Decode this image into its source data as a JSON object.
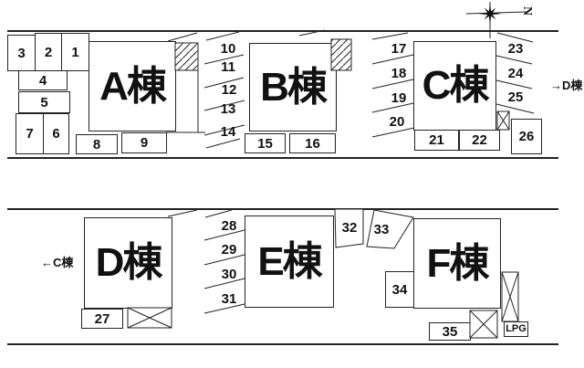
{
  "buildings": {
    "a": {
      "label": "A棟"
    },
    "b": {
      "label": "B棟"
    },
    "c": {
      "label": "C棟"
    },
    "d": {
      "label": "D棟"
    },
    "e": {
      "label": "E棟"
    },
    "f": {
      "label": "F棟"
    }
  },
  "parking": {
    "s1": {
      "label": "1"
    },
    "s2": {
      "label": "2"
    },
    "s3": {
      "label": "3"
    },
    "s4": {
      "label": "4"
    },
    "s5": {
      "label": "5"
    },
    "s6": {
      "label": "6"
    },
    "s7": {
      "label": "7"
    },
    "s8": {
      "label": "8"
    },
    "s9": {
      "label": "9"
    },
    "s10": {
      "label": "10"
    },
    "s11": {
      "label": "11"
    },
    "s12": {
      "label": "12"
    },
    "s13": {
      "label": "13"
    },
    "s14": {
      "label": "14"
    },
    "s15": {
      "label": "15"
    },
    "s16": {
      "label": "16"
    },
    "s17": {
      "label": "17"
    },
    "s18": {
      "label": "18"
    },
    "s19": {
      "label": "19"
    },
    "s20": {
      "label": "20"
    },
    "s21": {
      "label": "21"
    },
    "s22": {
      "label": "22"
    },
    "s23": {
      "label": "23"
    },
    "s24": {
      "label": "24"
    },
    "s25": {
      "label": "25"
    },
    "s26": {
      "label": "26"
    },
    "s27": {
      "label": "27"
    },
    "s28": {
      "label": "28"
    },
    "s29": {
      "label": "29"
    },
    "s30": {
      "label": "30"
    },
    "s31": {
      "label": "31"
    },
    "s32": {
      "label": "32"
    },
    "s33": {
      "label": "33"
    },
    "s34": {
      "label": "34"
    },
    "s35": {
      "label": "35"
    }
  },
  "facilities": {
    "lpg": {
      "label": "LPG"
    }
  },
  "annotations": {
    "to_d_building": "→D棟",
    "to_c_building": "←C棟",
    "north": "N"
  }
}
